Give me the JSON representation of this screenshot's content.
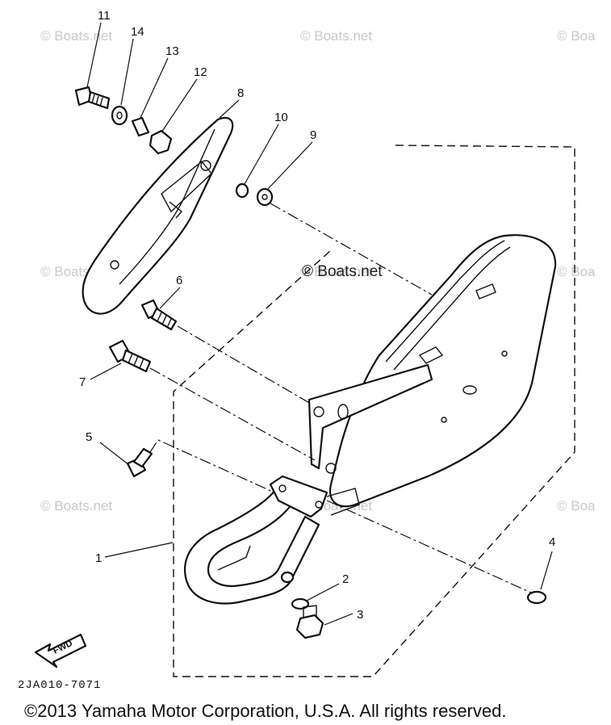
{
  "watermarks": [
    "© Boats.net",
    "© Boats.net",
    "© Boa",
    "© Boats.net",
    "© Boats.net",
    "© Boa",
    "© Boats.net",
    "© Boats.net",
    "© Boa"
  ],
  "center_watermark": "© Boats.net",
  "callouts": [
    "11",
    "14",
    "13",
    "12",
    "8",
    "10",
    "9",
    "6",
    "7",
    "5",
    "1",
    "2",
    "3",
    "4"
  ],
  "fwd_label": "FWD",
  "diagram_code": "2JA010-7071",
  "copyright": "©2013 Yamaha Motor Corporation, U.S.A. All rights reserved."
}
